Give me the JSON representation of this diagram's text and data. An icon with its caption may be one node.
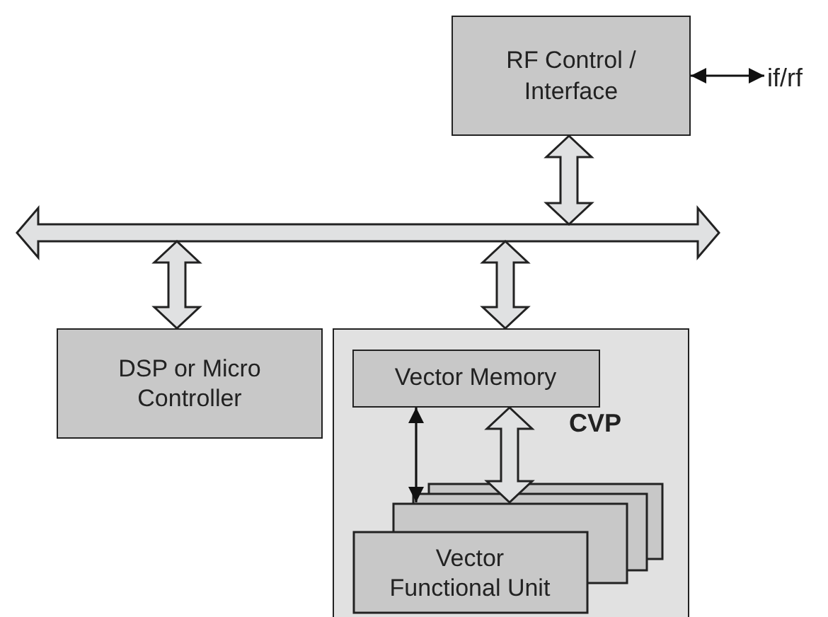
{
  "diagram": {
    "nodes": [
      {
        "text": [
          "RF Control / Interface"
        ]
      },
      {
        "text": [
          "if/rf"
        ]
      },
      {
        "text": [],
        "shape": "bar"
      },
      {
        "text": [
          "DSP or Micro Controller"
        ]
      },
      {
        "text": [
          "CVP"
        ]
      },
      {
        "text": [
          "Vector Memory"
        ],
        "in": 4
      },
      {
        "text": [
          "Vector Functional Unit"
        ],
        "in": 4
      }
    ],
    "edges": [
      {
        "from": 0,
        "to": 1,
        "arrow": "both"
      },
      {
        "from": 0,
        "to": 2,
        "arrow": "both",
        "style": "thick"
      },
      {
        "from": 2,
        "to": 3,
        "arrow": "both",
        "style": "thick"
      },
      {
        "from": 2,
        "to": 4,
        "arrow": "both",
        "style": "thick"
      },
      {
        "from": 5,
        "to": 6,
        "arrow": "both"
      },
      {
        "from": 5,
        "to": 6,
        "arrow": "both",
        "style": "thick"
      }
    ]
  }
}
